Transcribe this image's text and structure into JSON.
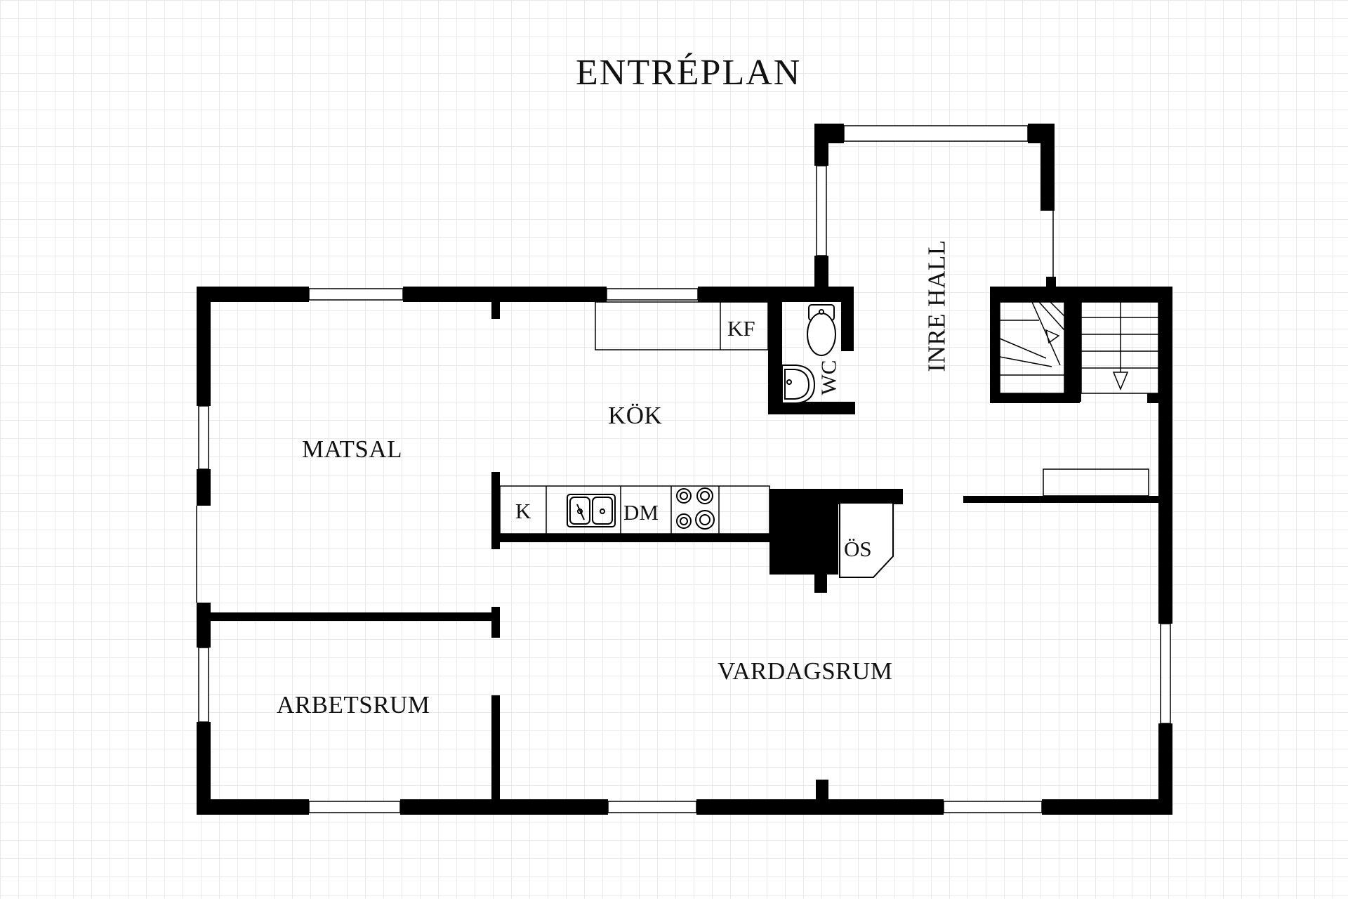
{
  "title": "ENTRÉPLAN",
  "rooms": {
    "inre_hall": "INRE HALL",
    "kok": "KÖK",
    "matsal": "MATSAL",
    "arbetsrum": "ARBETSRUM",
    "vardagsrum": "VARDAGSRUM"
  },
  "fixtures": {
    "kf": "KF",
    "wc": "WC",
    "k": "K",
    "dm": "DM",
    "os": "ÖS"
  },
  "colors": {
    "wall": "#000000",
    "grid": "#e9e9e9",
    "background": "#ffffff"
  }
}
